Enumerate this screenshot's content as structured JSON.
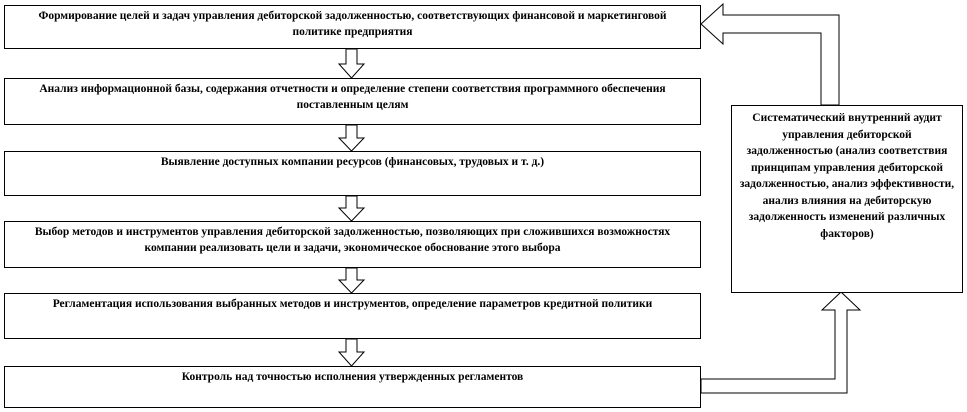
{
  "steps": [
    "Формирование целей и задач управления дебиторской задолженностью, соответствующих финансовой и маркетинговой политике предприятия",
    "Анализ информационной базы, содержания отчетности и определение степени соответствия программного обеспечения поставленным целям",
    "Выявление доступных компании ресурсов (финансовых, трудовых и т. д.)",
    "Выбор методов и инструментов управления дебиторской задолженностью, позволяющих при сложившихся возможностях компании реализовать цели и задачи, экономическое обоснование этого выбора",
    "Регламентация использования выбранных методов и инструментов, определение параметров кредитной политики",
    "Контроль над точностью исполнения утвержденных регламентов"
  ],
  "audit": "Систематический внутренний аудит управления дебиторской задолженностью (анализ соответствия принципам управления дебиторской задолженностью, анализ эффективности, анализ влияния на дебиторскую задолженность изменений различных факторов)"
}
